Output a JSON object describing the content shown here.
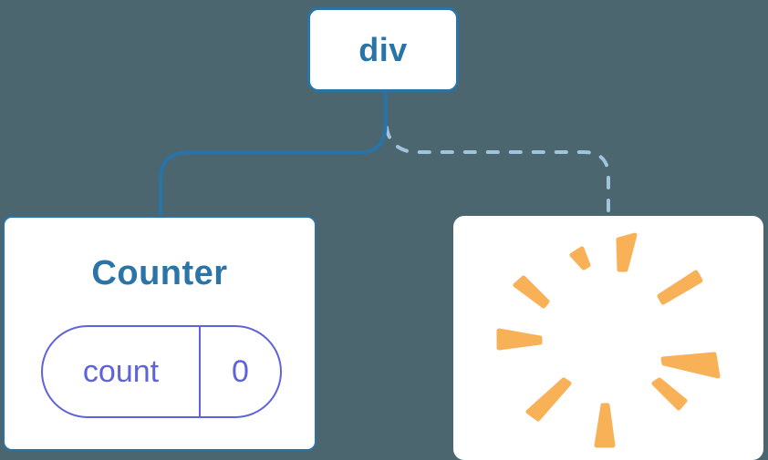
{
  "title": "Component tree diagram",
  "colors": {
    "background": "#4C6670",
    "card_bg": "#FFFFFF",
    "node_border": "#2A73A7",
    "node_text": "#2B74A8",
    "dashed_line": "#A0C4DB",
    "state_accent": "#5F63DB",
    "poof": "#F9B158"
  },
  "tree": {
    "root": {
      "label": "div"
    },
    "children": [
      {
        "type": "component",
        "title": "Counter",
        "state": {
          "key": "count",
          "value": "0"
        },
        "connector": "solid"
      },
      {
        "type": "removed",
        "icon": "poof-burst",
        "connector": "dashed"
      }
    ]
  }
}
